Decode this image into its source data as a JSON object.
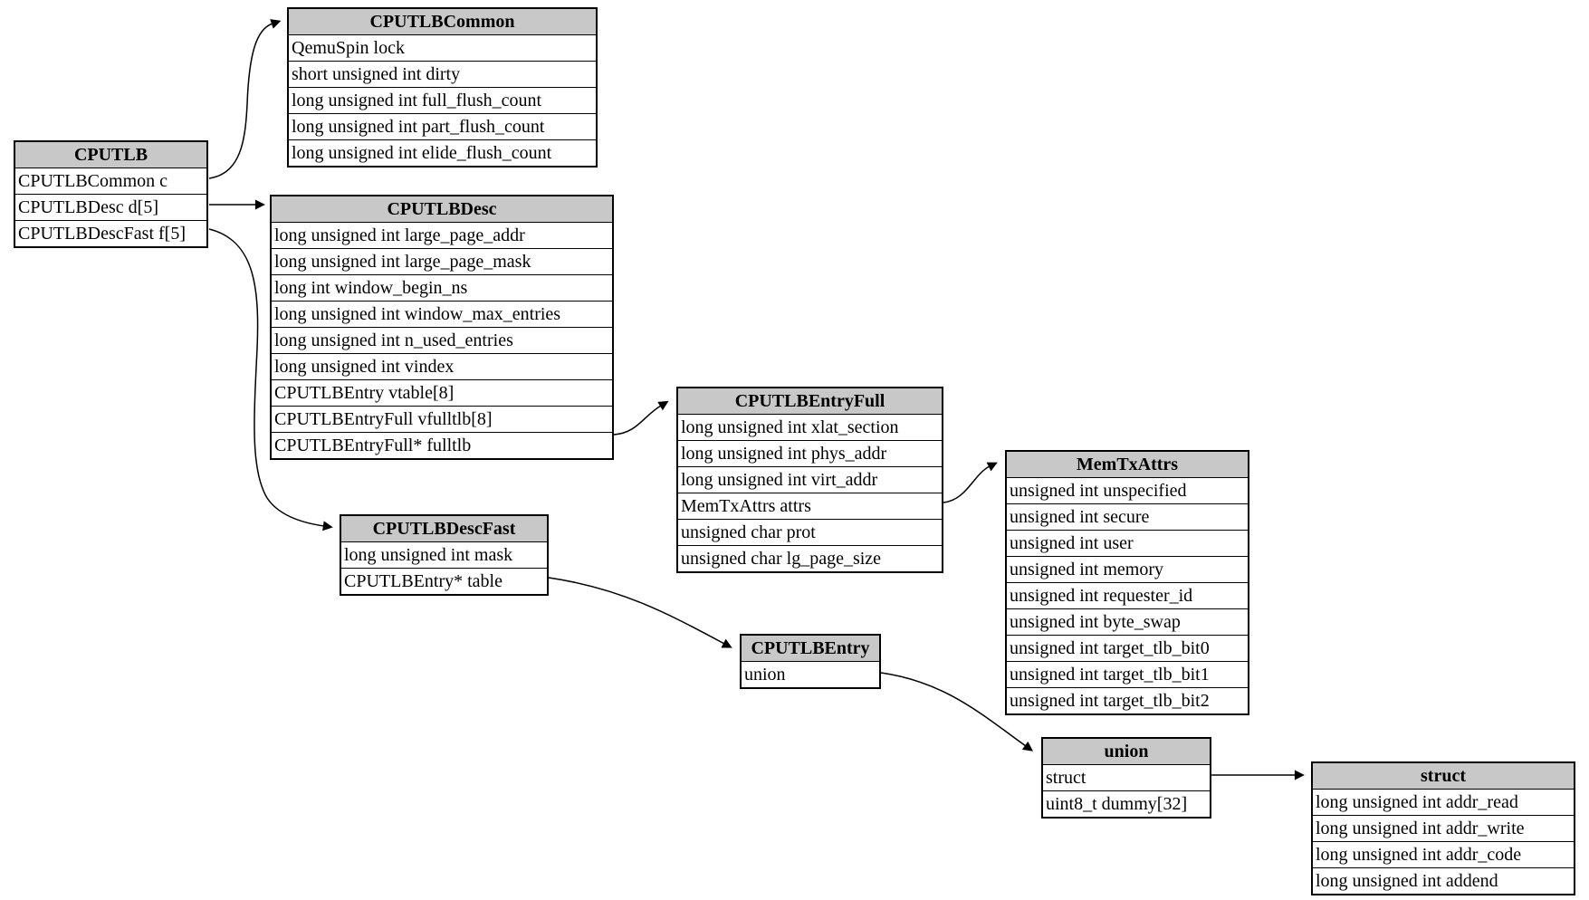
{
  "nodes": {
    "cputlb": {
      "title": "CPUTLB",
      "fields": [
        "CPUTLBCommon c",
        "CPUTLBDesc d[5]",
        "CPUTLBDescFast f[5]"
      ]
    },
    "cputlb_common": {
      "title": "CPUTLBCommon",
      "fields": [
        "QemuSpin lock",
        "short unsigned int dirty",
        "long unsigned int full_flush_count",
        "long unsigned int part_flush_count",
        "long unsigned int elide_flush_count"
      ]
    },
    "cputlb_desc": {
      "title": "CPUTLBDesc",
      "fields": [
        "long unsigned int large_page_addr",
        "long unsigned int large_page_mask",
        "long int window_begin_ns",
        "long unsigned int window_max_entries",
        "long unsigned int n_used_entries",
        "long unsigned int vindex",
        "CPUTLBEntry vtable[8]",
        "CPUTLBEntryFull vfulltlb[8]",
        "CPUTLBEntryFull* fulltlb"
      ]
    },
    "cputlb_descfast": {
      "title": "CPUTLBDescFast",
      "fields": [
        "long unsigned int mask",
        "CPUTLBEntry* table"
      ]
    },
    "cputlb_entryfull": {
      "title": "CPUTLBEntryFull",
      "fields": [
        "long unsigned int xlat_section",
        "long unsigned int phys_addr",
        "long unsigned int virt_addr",
        "MemTxAttrs attrs",
        "unsigned char prot",
        "unsigned char lg_page_size"
      ]
    },
    "memtxattrs": {
      "title": "MemTxAttrs",
      "fields": [
        "unsigned int unspecified",
        "unsigned int secure",
        "unsigned int user",
        "unsigned int memory",
        "unsigned int requester_id",
        "unsigned int byte_swap",
        "unsigned int target_tlb_bit0",
        "unsigned int target_tlb_bit1",
        "unsigned int target_tlb_bit2"
      ]
    },
    "cputlb_entry": {
      "title": "CPUTLBEntry",
      "fields": [
        "union"
      ]
    },
    "union_node": {
      "title": "union",
      "fields": [
        "struct",
        "uint8_t dummy[32]"
      ]
    },
    "struct_node": {
      "title": "struct",
      "fields": [
        "long unsigned int addr_read",
        "long unsigned int addr_write",
        "long unsigned int addr_code",
        "long unsigned int addend"
      ]
    }
  },
  "edges": [
    {
      "from": "CPUTLB.CPUTLBCommon c",
      "to": "CPUTLBCommon"
    },
    {
      "from": "CPUTLB.CPUTLBDesc d[5]",
      "to": "CPUTLBDesc"
    },
    {
      "from": "CPUTLB.CPUTLBDescFast f[5]",
      "to": "CPUTLBDescFast"
    },
    {
      "from": "CPUTLBDesc.CPUTLBEntryFull* fulltlb",
      "to": "CPUTLBEntryFull"
    },
    {
      "from": "CPUTLBEntryFull.MemTxAttrs attrs",
      "to": "MemTxAttrs"
    },
    {
      "from": "CPUTLBDescFast.CPUTLBEntry* table",
      "to": "CPUTLBEntry"
    },
    {
      "from": "CPUTLBEntry.union",
      "to": "union"
    },
    {
      "from": "union.struct",
      "to": "struct"
    }
  ],
  "colors": {
    "header_bg": "#c8c8c8",
    "row_bg": "#ffffff",
    "border": "#000000",
    "edge": "#000000",
    "background": "#ffffff"
  }
}
